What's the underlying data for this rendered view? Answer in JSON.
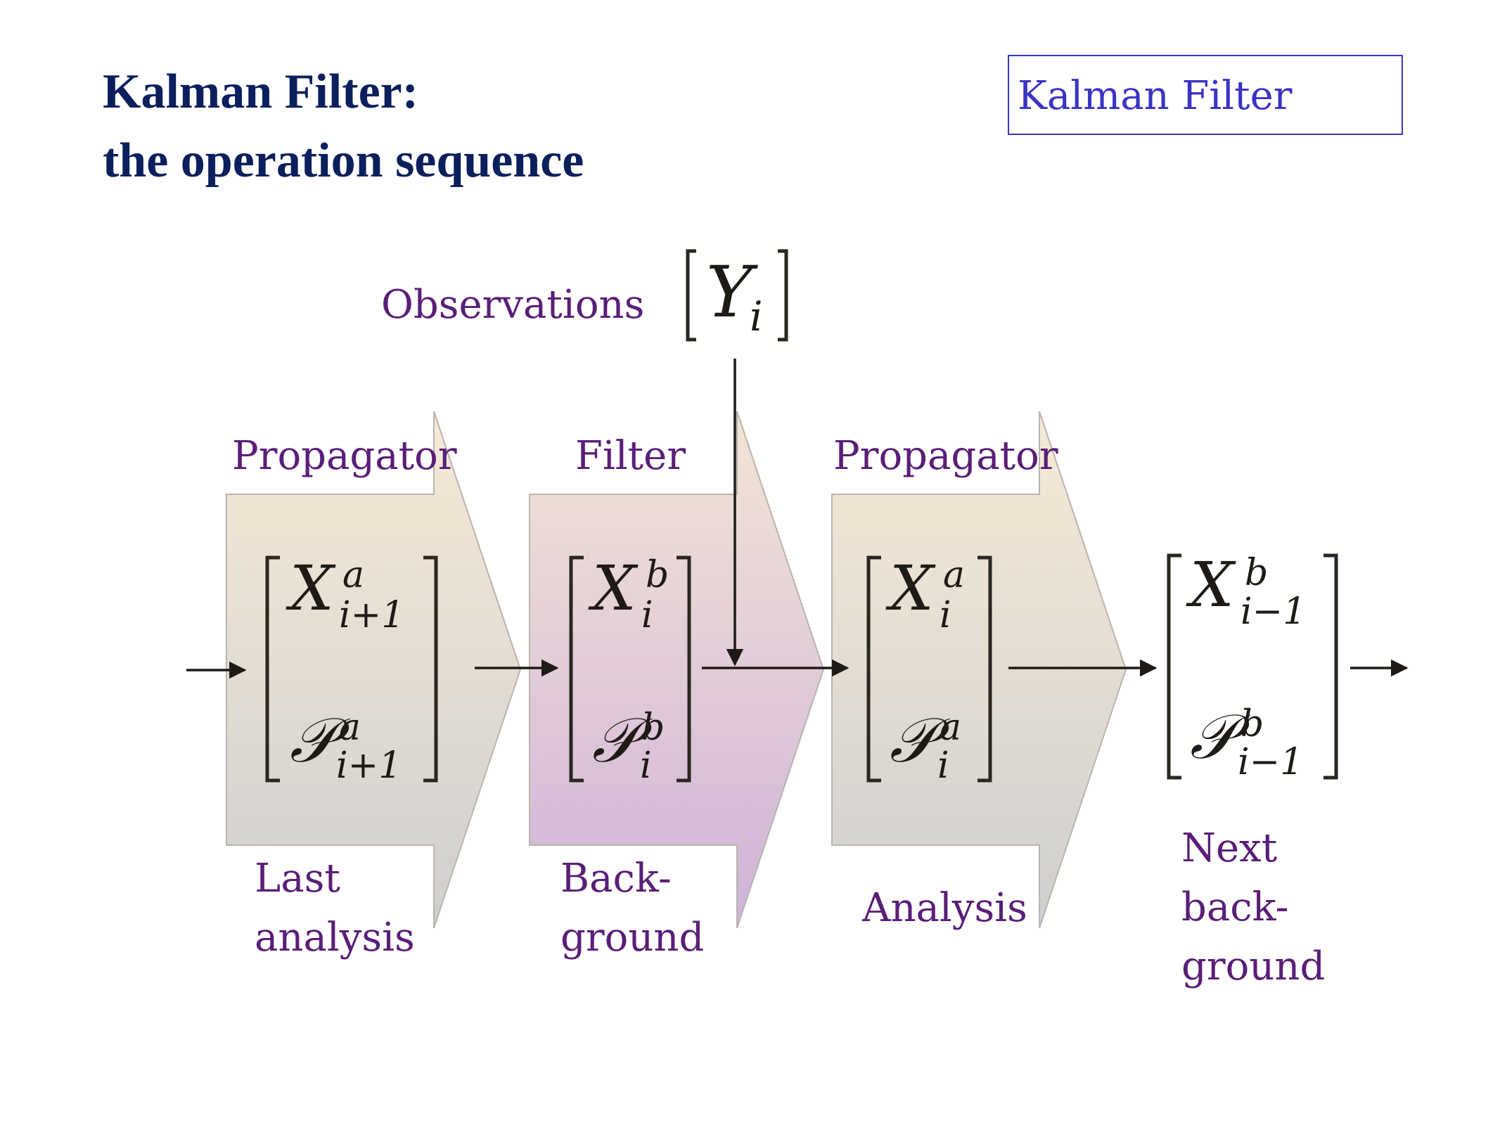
{
  "title": {
    "line1": "Kalman Filter:",
    "line2": "the operation sequence"
  },
  "section_label": "Kalman Filter",
  "observations": {
    "label": "Observations",
    "symbol": "Y",
    "sub": "i"
  },
  "stages": [
    {
      "label": "Propagator"
    },
    {
      "label": "Filter"
    },
    {
      "label": "Propagator"
    }
  ],
  "states": [
    {
      "x": "X",
      "x_sup": "a",
      "x_sub": "i+1",
      "p": "𝒫",
      "p_sup": "a",
      "p_sub": "i+1",
      "caption": [
        "Last",
        "analysis"
      ]
    },
    {
      "x": "X",
      "x_sup": "b",
      "x_sub": "i",
      "p": "𝒫",
      "p_sup": "b",
      "p_sub": "i",
      "caption": [
        "Back-",
        "ground"
      ]
    },
    {
      "x": "X",
      "x_sup": "a",
      "x_sub": "i",
      "p": "𝒫",
      "p_sup": "a",
      "p_sub": "i",
      "caption": [
        "Analysis"
      ]
    },
    {
      "x": "X",
      "x_sup": "b",
      "x_sub": "i−1",
      "p": "𝒫",
      "p_sup": "b",
      "p_sub": "i−1",
      "caption": [
        "Next",
        "back-",
        "ground"
      ]
    }
  ],
  "colors": {
    "title": "#0b1f5c",
    "section_box": "#3b33c4",
    "labels": "#5a1e78",
    "propagator_top": "#f6ead6",
    "propagator_bottom": "#cfcfcf",
    "filter_top": "#f3e5d6",
    "filter_bottom": "#cfb3d9"
  }
}
